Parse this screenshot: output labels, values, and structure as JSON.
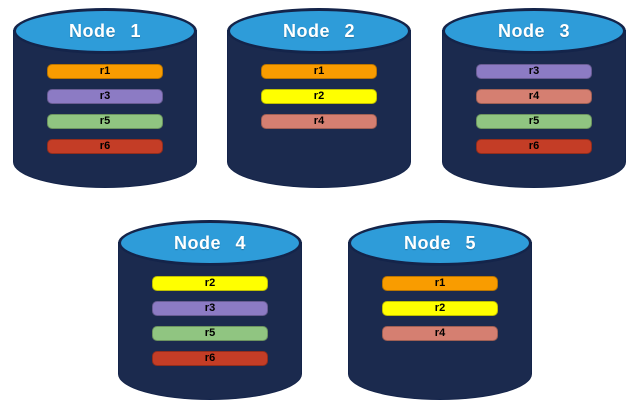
{
  "diagram": {
    "background": "#FFFFFF",
    "cylinder_body_color": "#1B2A4E",
    "cylinder_top_color": "#2E9CD9",
    "cylinder_outline_color": "#14244A",
    "node_label_color": "#FFFFFF",
    "replica_label_color": "#000000"
  },
  "replica_colors": {
    "r1": "#F99C00",
    "r2": "#FFFF00",
    "r3": "#8C7BC4",
    "r4": "#D57F71",
    "r5": "#90C581",
    "r6": "#C43D26"
  },
  "nodes": [
    {
      "label": "Node 1",
      "replicas": [
        "r1",
        "r3",
        "r5",
        "r6"
      ]
    },
    {
      "label": "Node 2",
      "replicas": [
        "r1",
        "r2",
        "r4"
      ]
    },
    {
      "label": "Node 3",
      "replicas": [
        "r3",
        "r4",
        "r5",
        "r6"
      ]
    },
    {
      "label": "Node 4",
      "replicas": [
        "r2",
        "r3",
        "r5",
        "r6"
      ]
    },
    {
      "label": "Node 5",
      "replicas": [
        "r1",
        "r2",
        "r4"
      ]
    }
  ]
}
